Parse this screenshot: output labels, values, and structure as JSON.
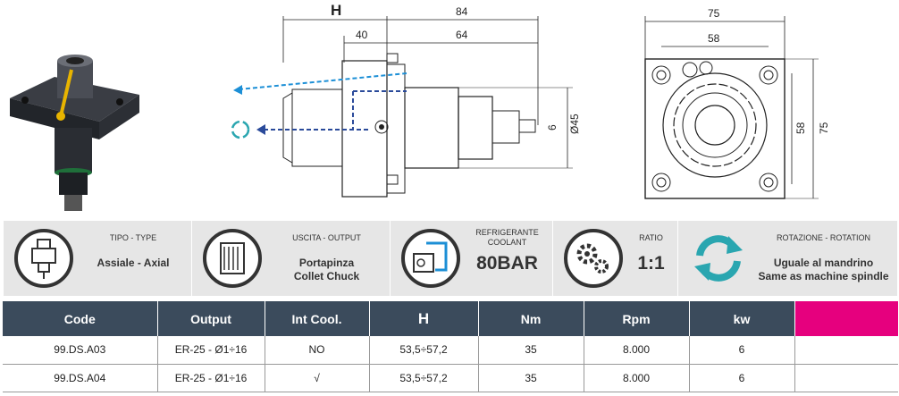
{
  "drawings": {
    "side_dims": {
      "h": "H",
      "d84": "84",
      "d40": "40",
      "d64": "64",
      "d6": "6",
      "d45": "Ø45"
    },
    "front_dims": {
      "d75_top": "75",
      "d58_top": "58",
      "d58_side": "58",
      "d75_side": "75"
    }
  },
  "features": [
    {
      "icon": "axial-tool-icon",
      "label": "TIPO - TYPE",
      "value": "Assiale - Axial"
    },
    {
      "icon": "collet-chuck-icon",
      "label": "USCITA - OUTPUT",
      "value": "Portapinza\nCollet Chuck"
    },
    {
      "icon": "coolant-icon",
      "label": "REFRIGERANTE\nCOOLANT",
      "value": "80BAR"
    },
    {
      "icon": "gears-icon",
      "label": "RATIO",
      "value": "1:1"
    },
    {
      "icon": "rotation-icon",
      "label": "ROTAZIONE - ROTATION",
      "value": "Uguale al mandrino\nSame as machine spindle"
    }
  ],
  "table": {
    "headers": [
      "Code",
      "Output",
      "Int Cool.",
      "H",
      "Nm",
      "Rpm",
      "kw",
      ""
    ],
    "rows": [
      [
        "99.DS.A03",
        "ER-25 - Ø1÷16",
        "NO",
        "53,5÷57,2",
        "35",
        "8.000",
        "6",
        ""
      ],
      [
        "99.DS.A04",
        "ER-25 - Ø1÷16",
        "√",
        "53,5÷57,2",
        "35",
        "8.000",
        "6",
        ""
      ]
    ]
  },
  "colors": {
    "header": "#3b4b5c",
    "accent": "#e6007e",
    "rotation": "#2aa6b0",
    "coolant": "#1c8fd6"
  }
}
